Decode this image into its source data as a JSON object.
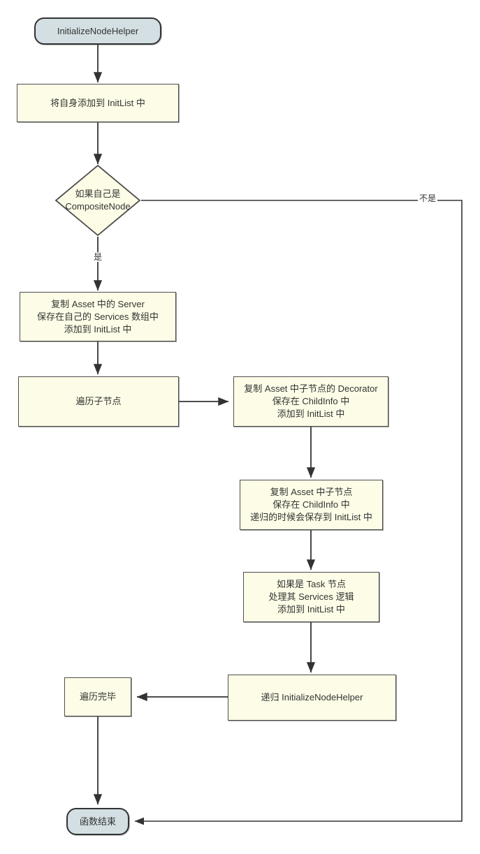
{
  "diagram": {
    "type": "flowchart",
    "title": "InitializeNodeHelper",
    "orientation": "top-to-bottom",
    "colors": {
      "process_fill": "#fdfde7",
      "process_stroke": "#4d4d4d",
      "terminal_fill": "#d3dfe3",
      "terminal_stroke": "#333333",
      "edge_stroke": "#333333",
      "text": "#333333",
      "background": "#ffffff"
    },
    "nodes": {
      "start": {
        "label": "InitializeNodeHelper",
        "shape": "terminal"
      },
      "add_self": {
        "label": "将自身添加到 InitList 中",
        "shape": "process"
      },
      "is_composite": {
        "label": "如果自己是 CompositeNode",
        "shape": "decision"
      },
      "copy_server": {
        "label": "复制 Asset 中的 Server\n保存在自己的 Services 数组中\n添加到 InitList 中",
        "shape": "process"
      },
      "iterate_children": {
        "label": "遍历子节点",
        "shape": "process"
      },
      "copy_decorator": {
        "label": "复制 Asset 中子节点的 Decorator\n保存在 ChildInfo 中\n添加到 InitList 中",
        "shape": "process"
      },
      "copy_child": {
        "label": "复制 Asset 中子节点\n保存在 ChildInfo 中\n递归的时候会保存到 InitList 中",
        "shape": "process"
      },
      "task_services": {
        "label": "如果是 Task 节点\n处理其 Services 逻辑\n添加到 InitList 中",
        "shape": "process"
      },
      "recurse": {
        "label": "递归 InitializeNodeHelper",
        "shape": "process"
      },
      "iterate_done": {
        "label": "遍历完毕",
        "shape": "process"
      },
      "end": {
        "label": "函数结束",
        "shape": "terminal"
      }
    },
    "edge_labels": {
      "yes": "是",
      "no": "不是"
    }
  }
}
